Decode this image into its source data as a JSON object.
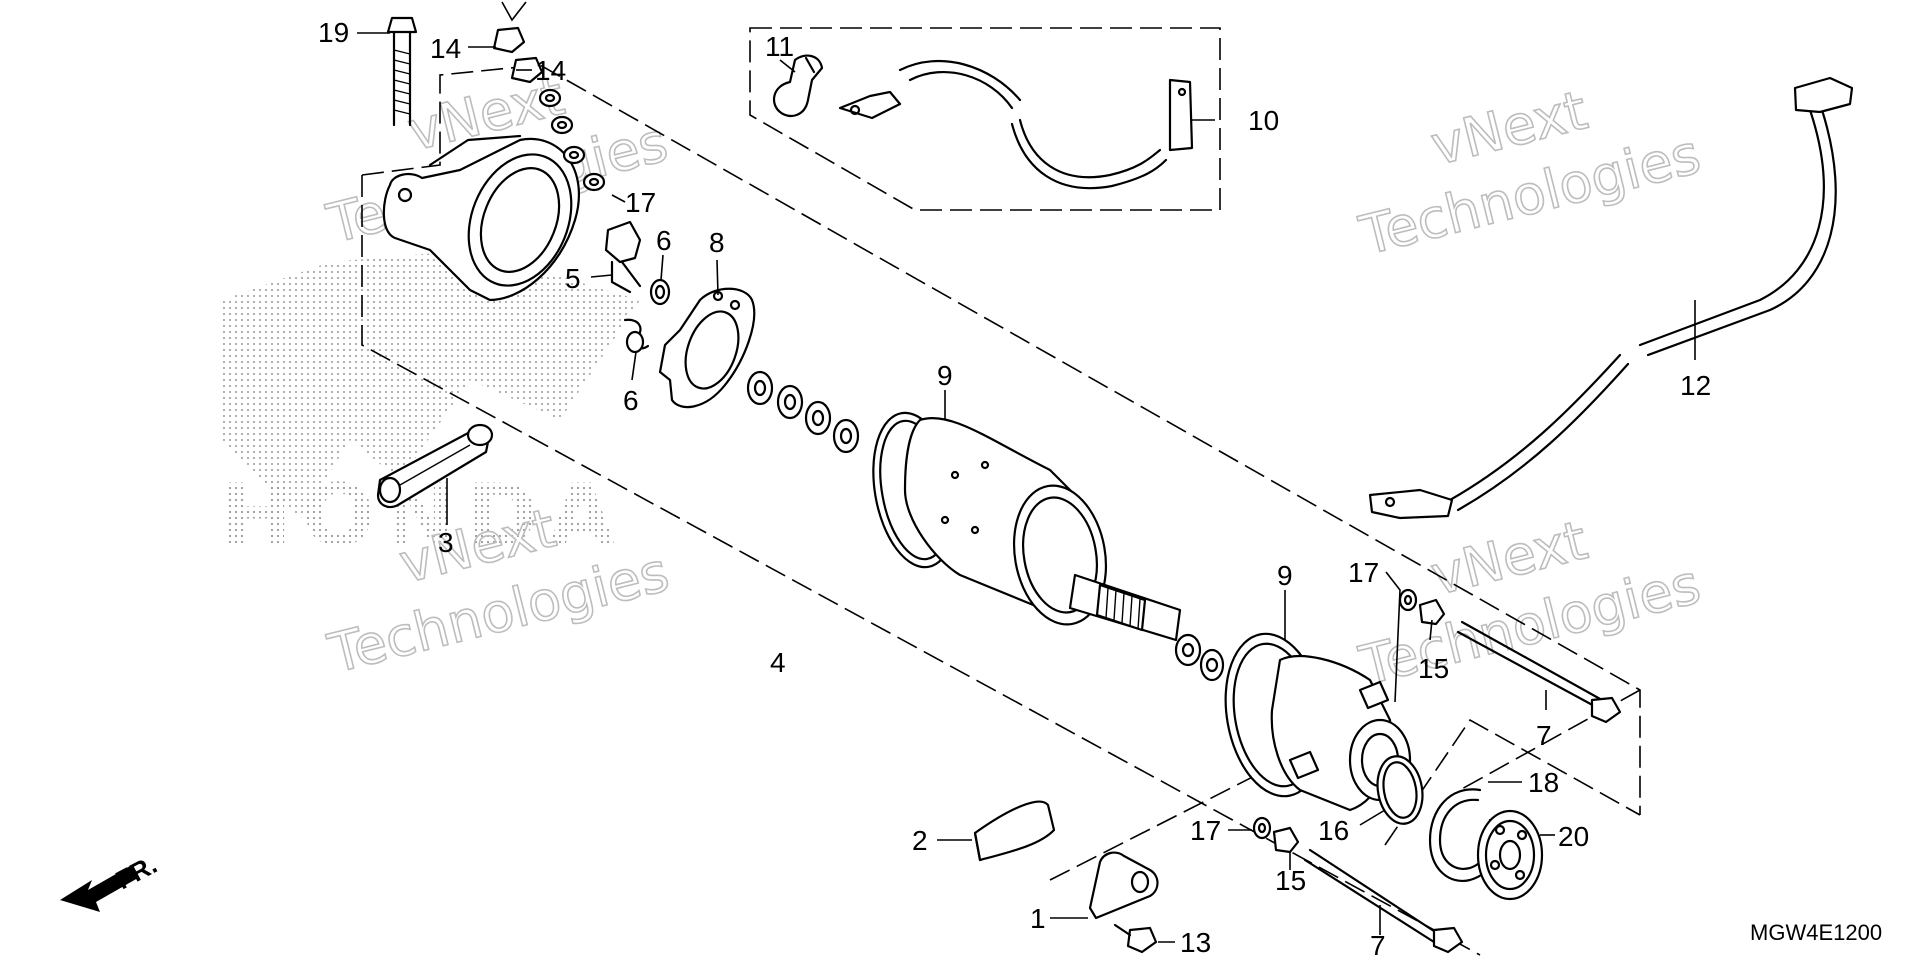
{
  "diagram": {
    "part_code": "MGW4E1200",
    "front_label": "FR.",
    "logo_text": "HONDA",
    "watermark": {
      "line1": "vNext",
      "line2": "Technologies"
    },
    "callouts": [
      "19",
      "14",
      "14",
      "17",
      "6",
      "5",
      "8",
      "6",
      "3",
      "4",
      "11",
      "10",
      "9",
      "9",
      "12",
      "17",
      "15",
      "7",
      "18",
      "16",
      "20",
      "2",
      "17",
      "15",
      "1",
      "13",
      "7"
    ]
  },
  "colors": {
    "line": "#000000",
    "watermark": "#bdbdbd",
    "logo_dots": "#9a9a9a"
  }
}
